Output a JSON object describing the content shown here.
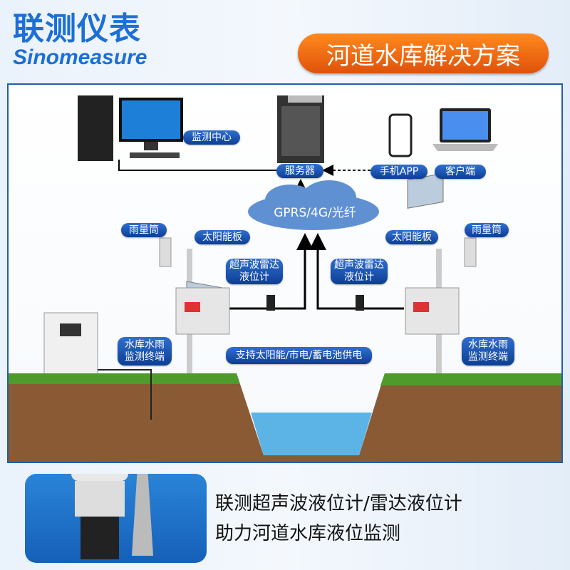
{
  "brand": {
    "name_cn": "联测仪表",
    "name_en": "Sinomeasure"
  },
  "title": "河道水库解决方案",
  "network": {
    "monitor_center": "监测中心",
    "server": "服务器",
    "mobile_app": "手机APP",
    "client": "客户端",
    "cloud": "GPRS/4G/光纤"
  },
  "station_left": {
    "rain_gauge": "雨量筒",
    "solar_panel": "太阳能板",
    "level_meter": "超声波雷达\n液位计",
    "terminal_line1": "水库水雨",
    "terminal_line2": "监测终端"
  },
  "station_right": {
    "rain_gauge": "雨量筒",
    "solar_panel": "太阳能板",
    "level_meter": "超声波雷达\n液位计",
    "terminal_line1": "水库水雨",
    "terminal_line2": "监测终端"
  },
  "power_note": "支持太阳能/市电/蓄电池供电",
  "slogan": {
    "line1": "联测超声波液位计/雷达液位计",
    "line2": "助力河道水库液位监测"
  },
  "colors": {
    "brand_blue": "#1c6fd6",
    "title_orange": "#f06a12",
    "pill_blue": "#0d3e94",
    "water": "#5cb4e6",
    "soil": "#8a5a34",
    "grass": "#4e9b2c"
  }
}
